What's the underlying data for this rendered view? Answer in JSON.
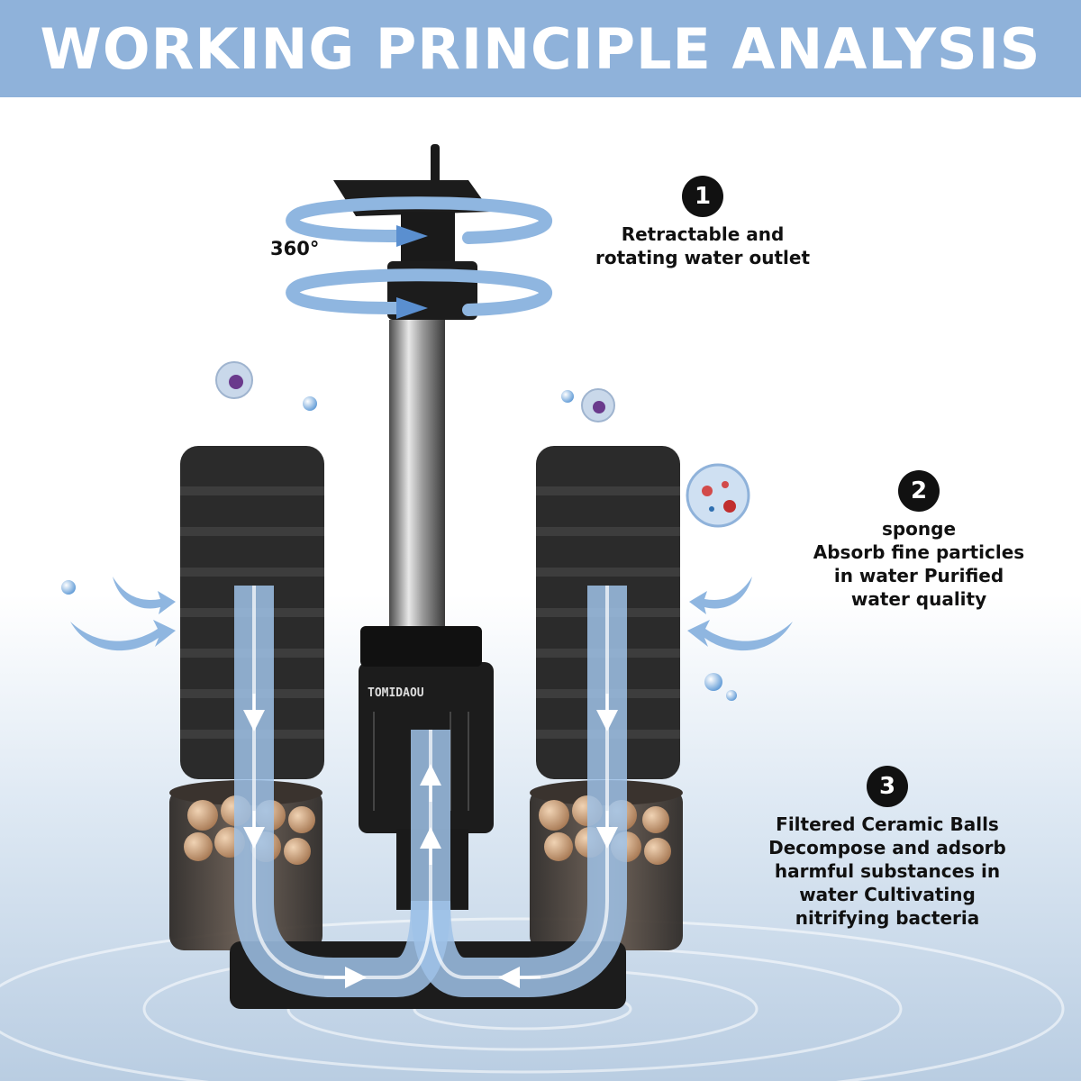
{
  "header": {
    "title": "WORKING PRINCIPLE ANALYSIS"
  },
  "rotation": {
    "label": "360°"
  },
  "brand_label": "TOMIDAOU",
  "callouts": [
    {
      "number": "1",
      "text": "Retractable and\nrotating water outlet"
    },
    {
      "number": "2",
      "text": "sponge\nAbsorb fine particles\nin water Purified\nwater quality"
    },
    {
      "number": "3",
      "text": "Filtered Ceramic Balls\nDecompose and adsorb\nharmful substances in\nwater Cultivating\nnitrifying bacteria"
    }
  ],
  "colors": {
    "banner": "#8fb2da",
    "flow_arrow": "#8fb6e0",
    "sponge": "#2b2b2b",
    "housing": "#1c1c1c",
    "ceramic": "#c79a72"
  },
  "icons": [
    "water-droplet-icon",
    "bacteria-icon",
    "flow-arrow-icon",
    "rotation-arrow-icon"
  ]
}
